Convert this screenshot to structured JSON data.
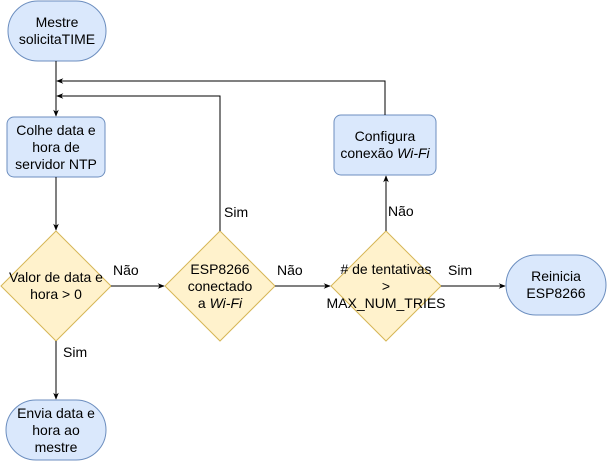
{
  "nodes": {
    "start": {
      "line1": "Mestre",
      "line2": "solicitaTIME"
    },
    "collect": {
      "line1": "Colhe data e",
      "line2": "hora de",
      "line3": "servidor NTP"
    },
    "check_value": {
      "line1": "Valor de data e",
      "line2": "hora > 0"
    },
    "esp_connected": {
      "line1": "ESP8266",
      "line2": "conectado",
      "line3_prefix": "a ",
      "line3_em": "Wi-Fi"
    },
    "attempts": {
      "line1": "# de tentativas",
      "line2": ">",
      "line3": "MAX_NUM_TRIES"
    },
    "configure": {
      "line1": "Configura",
      "line2_prefix": "conexão ",
      "line2_em": "Wi-Fi"
    },
    "reboot": {
      "line1": "Reinicia",
      "line2": "ESP8266"
    },
    "send": {
      "line1": "Envia data e",
      "line2": "hora ao",
      "line3": "mestre"
    }
  },
  "edge_labels": {
    "check_no": "Não",
    "check_yes": "Sim",
    "esp_no": "Não",
    "esp_yes": "Sim",
    "attempts_no": "Não",
    "attempts_yes": "Sim"
  },
  "colors": {
    "process_fill": "#dae8fc",
    "process_stroke": "#6c8ebf",
    "decision_fill": "#fff2cc",
    "decision_stroke": "#d6b656",
    "edge": "#000000"
  }
}
